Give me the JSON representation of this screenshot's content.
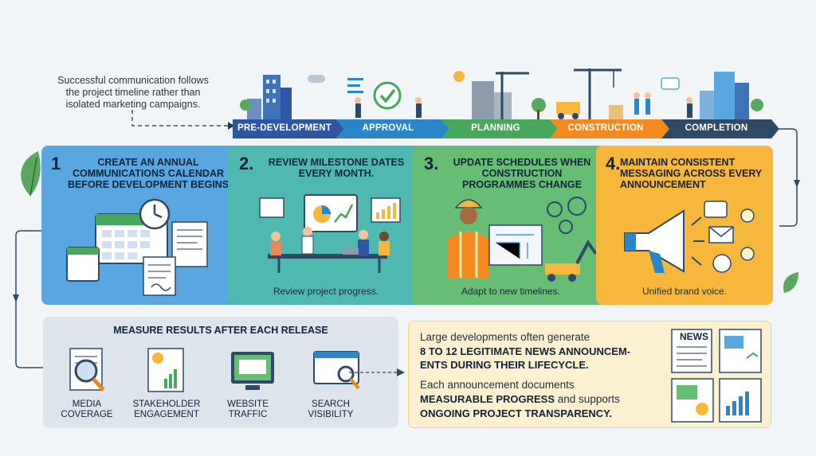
{
  "intro": {
    "line1": "Successful communication follows",
    "line2": "the project timeline rather than",
    "line3": "isolated marketing campaigns."
  },
  "phases": [
    {
      "label": "PRE-DEVELOPMENT",
      "color": "#2f56a3"
    },
    {
      "label": "APPROVAL",
      "color": "#2a85c9"
    },
    {
      "label": "PLANNING",
      "color": "#47a85c"
    },
    {
      "label": "CONSTRUCTION",
      "color": "#f28a1f"
    },
    {
      "label": "COMPLETION",
      "color": "#2f4a66"
    }
  ],
  "panels": [
    {
      "num": "1",
      "title1": "CREATE AN ANNUAL",
      "title2": "COMMUNICATIONS CALENDAR",
      "title3": "BEFORE DEVELOPMENT BEGINS",
      "caption": "",
      "color": "#5aa6e0"
    },
    {
      "num": "2.",
      "title1": "REVIEW MILESTONE DATES",
      "title2": "EVERY MONTH.",
      "title3": "",
      "caption": "Review project progress.",
      "color": "#4fb8b0"
    },
    {
      "num": "3.",
      "title1": "UPDATE SCHEDULES WHEN",
      "title2": "CONSTRUCTION",
      "title3": "PROGRAMMES CHANGE",
      "caption": "Adapt to new timelines.",
      "color": "#67bd73"
    },
    {
      "num": "4.",
      "title1": "MAINTAIN CONSISTENT",
      "title2": "MESSAGING ACROSS EVERY",
      "title3": "ANNOUNCEMENT",
      "caption": "Unified brand voice.",
      "color": "#f6b73c"
    }
  ],
  "measure": {
    "title": "MEASURE RESULTS AFTER EACH RELEASE",
    "metrics": [
      {
        "line1": "MEDIA",
        "line2": "COVERAGE"
      },
      {
        "line1": "STAKEHOLDER",
        "line2": "ENGAGEMENT"
      },
      {
        "line1": "WEBSITE",
        "line2": "TRAFFIC"
      },
      {
        "line1": "SEARCH",
        "line2": "VISIBILITY"
      }
    ]
  },
  "news": {
    "line1": "Large developments often generate",
    "line2": "8 TO 12 LEGITIMATE NEWS ANNOUNCEM-",
    "line3": "ENTS DURING THEIR LIFECYCLE.",
    "line4": "Each announcement documents",
    "line5_bold": "MEASURABLE PROGRESS",
    "line5_rest": " and supports",
    "line6": "ONGOING PROJECT TRANSPARENCY.",
    "badge": "NEWS"
  }
}
